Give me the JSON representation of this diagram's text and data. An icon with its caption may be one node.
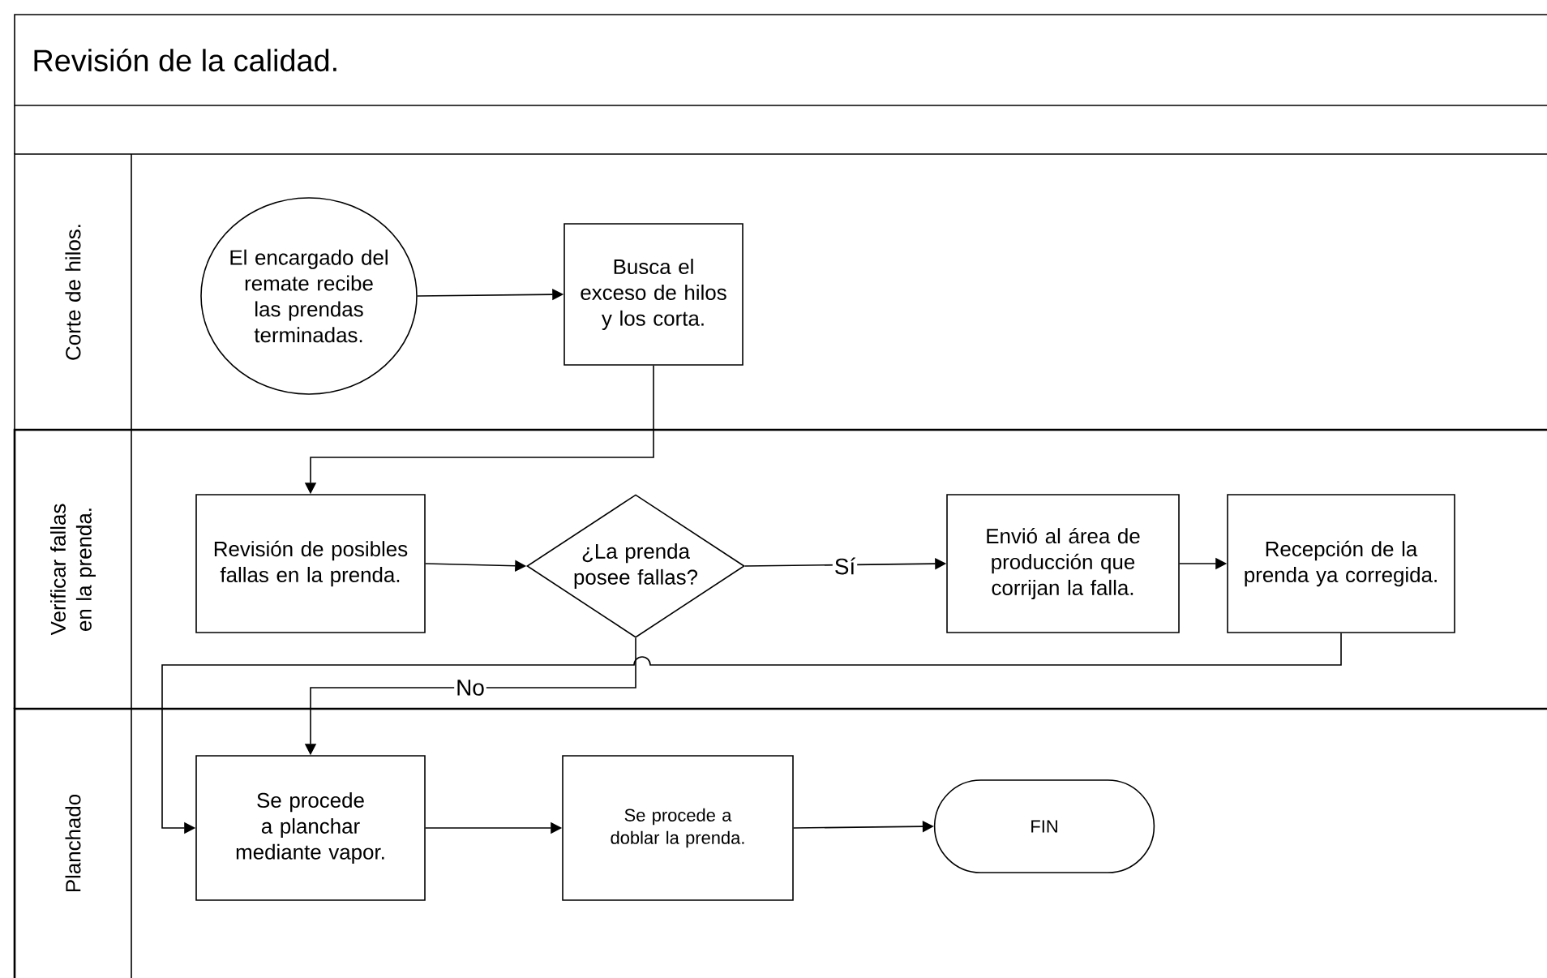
{
  "diagram": {
    "title": "Revisión de la calidad.",
    "nodes": [
      {
        "text": [
          "Corte de hilos."
        ]
      },
      {
        "text": [
          "Verificar fallas en la prenda."
        ]
      },
      {
        "text": [
          "Planchado"
        ]
      },
      {
        "text": [
          "El encargado del remate recibe las prendas terminadas."
        ],
        "in": 0
      },
      {
        "text": [
          "Busca el exceso de hilos y los corta."
        ],
        "in": 0
      },
      {
        "text": [
          "Revisión de posibles fallas en la prenda."
        ],
        "in": 1
      },
      {
        "text": [
          "¿La prenda posee fallas?"
        ],
        "in": 1
      },
      {
        "text": [
          "Envió al área de producción que corrijan la falla."
        ],
        "in": 1
      },
      {
        "text": [
          "Recepción de la prenda ya corregida."
        ],
        "in": 1
      },
      {
        "text": [
          "Se procede a planchar mediante vapor."
        ],
        "in": 2
      },
      {
        "text": [
          "Se procede a doblar la prenda."
        ],
        "in": 2
      },
      {
        "text": [
          "FIN"
        ],
        "in": 2
      }
    ],
    "edges": [
      {
        "from": 3,
        "to": 4,
        "arrow": "to"
      },
      {
        "from": 4,
        "to": 5,
        "arrow": "to"
      },
      {
        "from": 5,
        "to": 6,
        "arrow": "to"
      },
      {
        "from": 6,
        "to": 7,
        "arrow": "to",
        "label": "Sí"
      },
      {
        "from": 7,
        "to": 8,
        "arrow": "to"
      },
      {
        "from": 8,
        "to": 9,
        "arrow": "to"
      },
      {
        "from": 6,
        "to": 9,
        "arrow": "to",
        "label": "No"
      },
      {
        "from": 9,
        "to": 10,
        "arrow": "to"
      },
      {
        "from": 10,
        "to": 11,
        "arrow": "to"
      }
    ]
  }
}
